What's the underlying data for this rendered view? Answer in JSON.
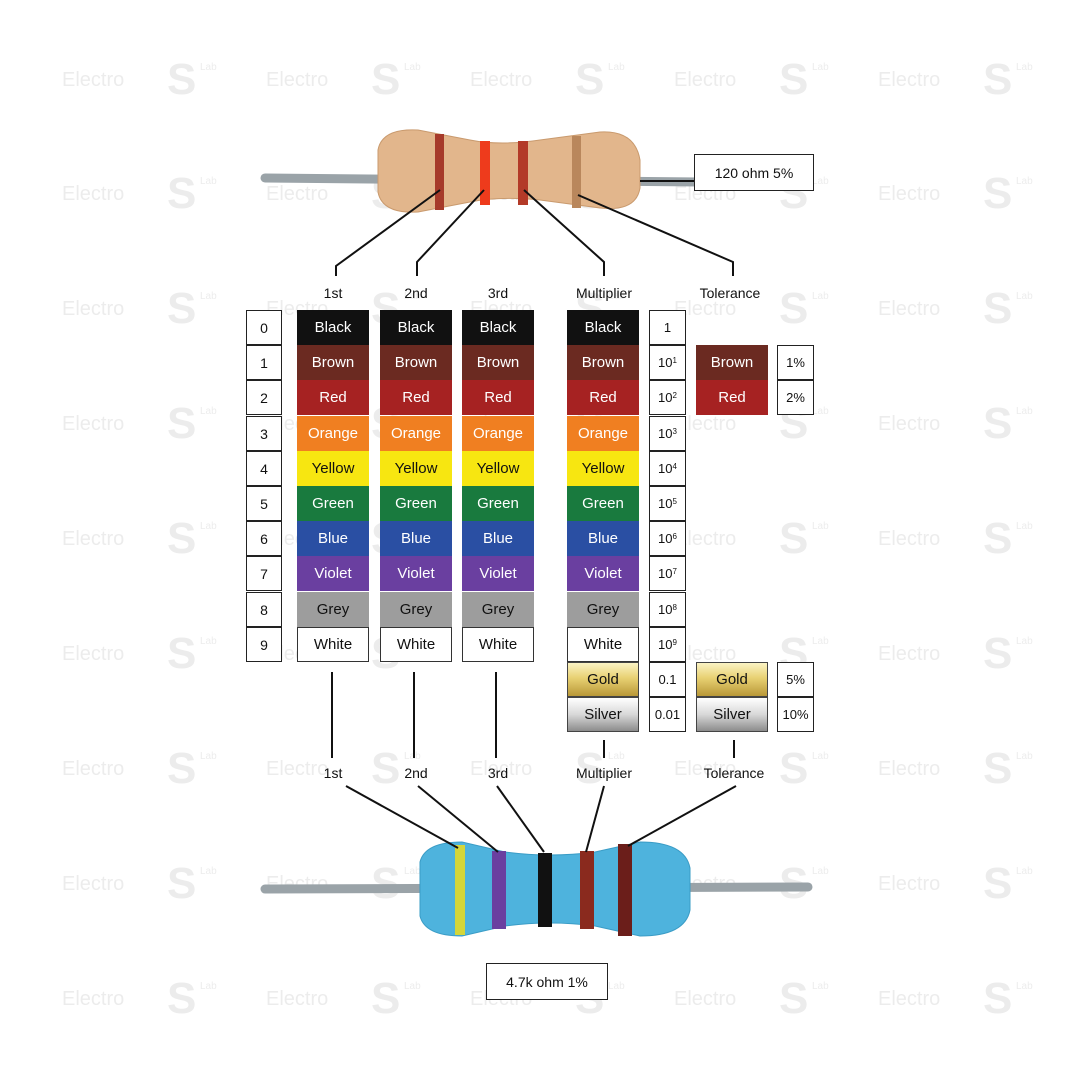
{
  "watermark": {
    "text": "Electro",
    "logo_letter": "S",
    "sub": "Lab"
  },
  "resistor_top": {
    "label": "120 ohm 5%",
    "body_color": "#e2b68c",
    "band_colors": [
      "#a63a2a",
      "#ee3b1c",
      "#b33a28",
      "#b9875c"
    ]
  },
  "resistor_bottom": {
    "label": "4.7k ohm 1%",
    "body_color": "#4eb3dd",
    "band_colors": [
      "#d4d63a",
      "#6a3fa0",
      "#111111",
      "#8a2a1e",
      "#6b1e1a"
    ]
  },
  "headers_top": {
    "first": "1st",
    "second": "2nd",
    "third": "3rd",
    "multiplier": "Multiplier",
    "tolerance": "Tolerance"
  },
  "headers_bottom": {
    "first": "1st",
    "second": "2nd",
    "third": "3rd",
    "multiplier": "Multiplier",
    "tolerance": "Tolerance"
  },
  "digits": [
    "0",
    "1",
    "2",
    "3",
    "4",
    "5",
    "6",
    "7",
    "8",
    "9"
  ],
  "colors": [
    {
      "name": "Black",
      "bg": "#111111",
      "fg": "#ffffff"
    },
    {
      "name": "Brown",
      "bg": "#6b2a21",
      "fg": "#ffffff"
    },
    {
      "name": "Red",
      "bg": "#a62222",
      "fg": "#ffffff"
    },
    {
      "name": "Orange",
      "bg": "#f07f21",
      "fg": "#ffffff"
    },
    {
      "name": "Yellow",
      "bg": "#f7e611",
      "fg": "#111111"
    },
    {
      "name": "Green",
      "bg": "#197a3e",
      "fg": "#ffffff"
    },
    {
      "name": "Blue",
      "bg": "#2a4fa3",
      "fg": "#ffffff"
    },
    {
      "name": "Violet",
      "bg": "#6a3fa0",
      "fg": "#ffffff"
    },
    {
      "name": "Grey",
      "bg": "#9d9d9d",
      "fg": "#111111"
    },
    {
      "name": "White",
      "bg": "#ffffff",
      "fg": "#111111"
    }
  ],
  "multipliers": [
    {
      "base": "1",
      "exp": ""
    },
    {
      "base": "10",
      "exp": "1"
    },
    {
      "base": "10",
      "exp": "2"
    },
    {
      "base": "10",
      "exp": "3"
    },
    {
      "base": "10",
      "exp": "4"
    },
    {
      "base": "10",
      "exp": "5"
    },
    {
      "base": "10",
      "exp": "6"
    },
    {
      "base": "10",
      "exp": "7"
    },
    {
      "base": "10",
      "exp": "8"
    },
    {
      "base": "10",
      "exp": "9"
    }
  ],
  "metal_multipliers": [
    {
      "name": "Gold",
      "value": "0.1"
    },
    {
      "name": "Silver",
      "value": "0.01"
    }
  ],
  "tolerance_bands": [
    {
      "name": "Brown",
      "value": "1%",
      "bg": "#6b2a21",
      "fg": "#ffffff"
    },
    {
      "name": "Red",
      "value": "2%",
      "bg": "#a62222",
      "fg": "#ffffff"
    }
  ],
  "tolerance_metal": [
    {
      "name": "Gold",
      "value": "5%"
    },
    {
      "name": "Silver",
      "value": "10%"
    }
  ]
}
